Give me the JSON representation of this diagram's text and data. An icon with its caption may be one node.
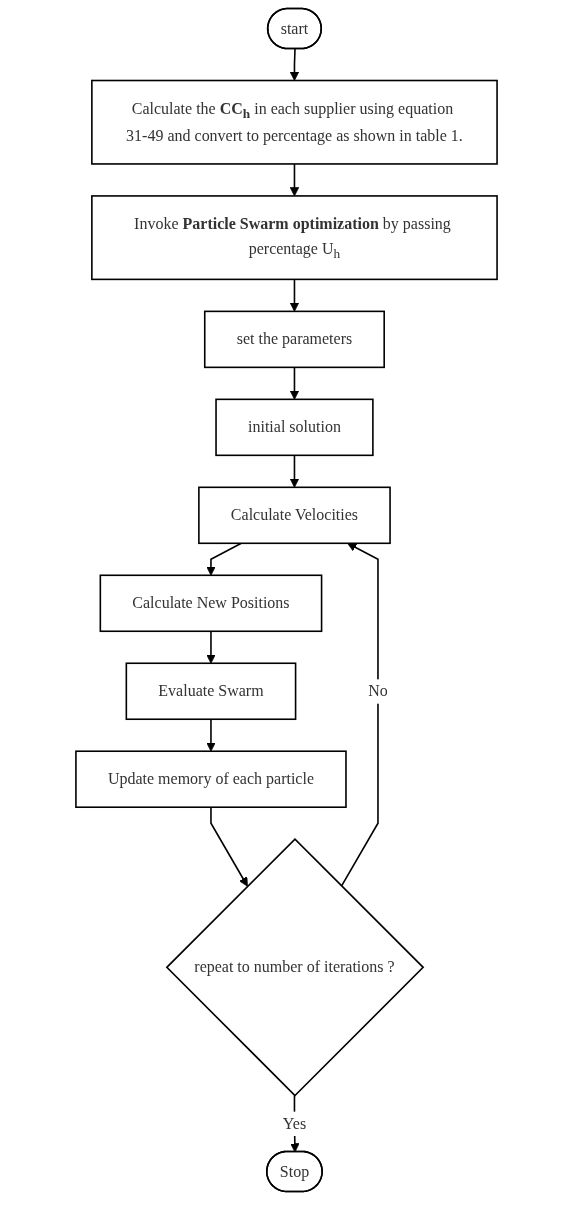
{
  "diagram": {
    "nodes": [
      {
        "text": [
          "start"
        ]
      },
      {
        "text": [
          "Calculate the **CC$_{h}$** in each supplier using equation 31-49 and convert to percentage as shown in table 1."
        ]
      },
      {
        "text": [
          "Invoke **Particle Swarm optimization** by passing percentage U$_{h}$"
        ]
      },
      {
        "text": [
          "set the parameters"
        ]
      },
      {
        "text": [
          "initial solution"
        ]
      },
      {
        "text": [
          "Calculate Velocities"
        ]
      },
      {
        "text": [
          "Calculate New Positions"
        ]
      },
      {
        "text": [
          "Evaluate Swarm"
        ]
      },
      {
        "text": [
          "Update memory of each particle"
        ]
      },
      {
        "text": [
          "repeat to number of iterations ?"
        ]
      },
      {
        "text": [
          "Stop"
        ]
      }
    ],
    "edges": [
      {
        "from": 0,
        "to": 1,
        "arrow": "to"
      },
      {
        "from": 1,
        "to": 2,
        "arrow": "to"
      },
      {
        "from": 2,
        "to": 3,
        "arrow": "to"
      },
      {
        "from": 3,
        "to": 4,
        "arrow": "to"
      },
      {
        "from": 4,
        "to": 5,
        "arrow": "to"
      },
      {
        "from": 5,
        "to": 6,
        "arrow": "to"
      },
      {
        "from": 6,
        "to": 7,
        "arrow": "to"
      },
      {
        "from": 7,
        "to": 8,
        "arrow": "to"
      },
      {
        "from": 8,
        "to": 9,
        "arrow": "to"
      },
      {
        "from": 9,
        "to": 5,
        "label": "No",
        "arrow": "to"
      },
      {
        "from": 9,
        "to": 10,
        "label": "Yes",
        "arrow": "to"
      }
    ]
  }
}
